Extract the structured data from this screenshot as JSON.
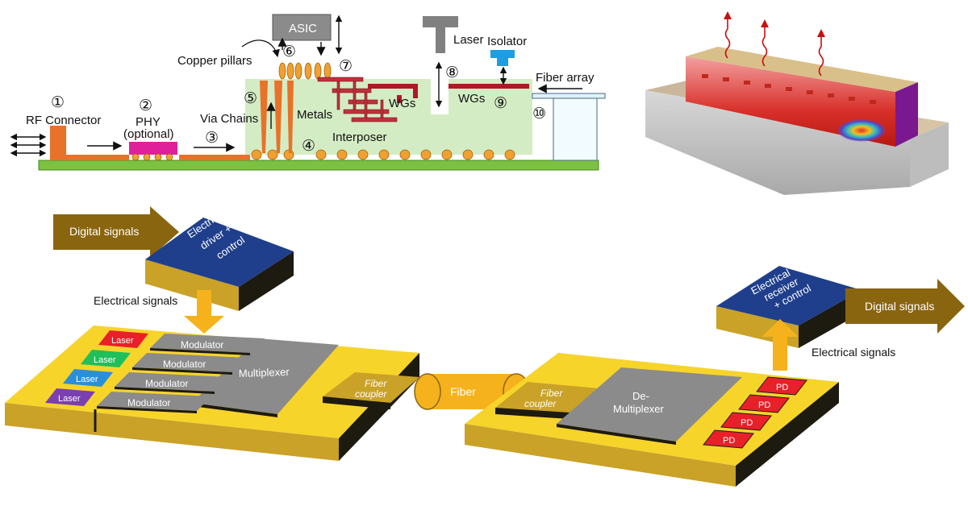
{
  "cross_section": {
    "rf_connector": "RF Connector",
    "phy": "PHY",
    "phy_sub": "(optional)",
    "via_chains": "Via Chains",
    "copper_pillars": "Copper pillars",
    "asic": "ASIC",
    "metals": "Metals",
    "interposer": "Interposer",
    "wgs_left": "WGs",
    "wgs_right": "WGs",
    "laser": "Laser",
    "isolator": "Isolator",
    "fiber_array": "Fiber array",
    "markers": [
      "①",
      "②",
      "③",
      "④",
      "⑤",
      "⑥",
      "⑦",
      "⑧",
      "⑨",
      "⑩"
    ]
  },
  "transmitter": {
    "digital_in": "Digital signals",
    "driver": [
      "Electrical",
      "driver +",
      "control"
    ],
    "electrical": "Electrical signals",
    "lasers": [
      "Laser",
      "Laser",
      "Laser",
      "Laser"
    ],
    "laser_colors": [
      "#e8202a",
      "#1fbf5a",
      "#2a8fd8",
      "#7a3fb0"
    ],
    "modulators": [
      "Modulator",
      "Modulator",
      "Modulator",
      "Modulator"
    ],
    "multiplexer": "Multiplexer",
    "coupler": [
      "Fiber",
      "coupler"
    ]
  },
  "fiber": "Fiber",
  "receiver": {
    "coupler": [
      "Fiber",
      "coupler"
    ],
    "demux": [
      "De-",
      "Multiplexer"
    ],
    "pds": [
      "PD",
      "PD",
      "PD",
      "PD"
    ],
    "receiver_ctrl": [
      "Electrical",
      "receiver",
      "+ control"
    ],
    "electrical": "Electrical signals",
    "digital_out": "Digital signals"
  },
  "colors": {
    "chip_yellow": "#f7d42a",
    "chip_side": "#c9a227",
    "chip_dark": "#1d1a10",
    "board_green": "#7cc142",
    "interposer_green": "#d4ecc4",
    "copper": "#e8722a",
    "pillar": "#f0a030",
    "phy_pink": "#e0209a",
    "navy": "#1f3f8c",
    "gray_block": "#8b8b8b",
    "arrow_gold": "#f5b21c",
    "arrow_brown": "#8a6510"
  }
}
